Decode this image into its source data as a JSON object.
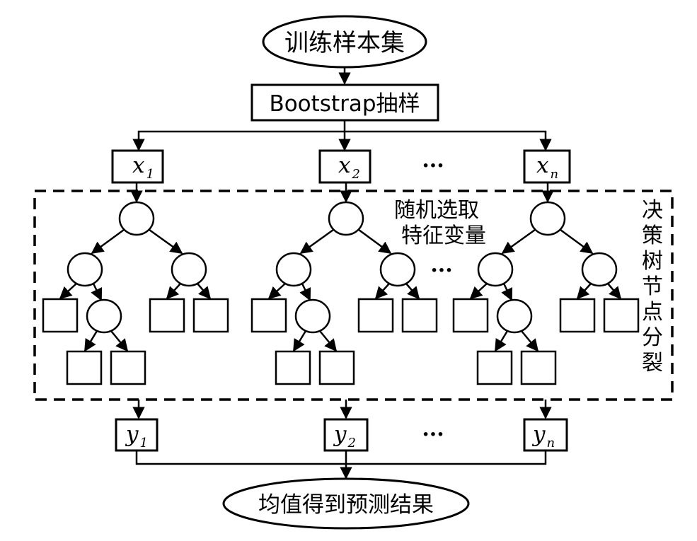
{
  "top": {
    "label": "训练样本集"
  },
  "bootstrap": {
    "label": "Bootstrap抽样"
  },
  "inputs": [
    {
      "var": "x",
      "sub": "1"
    },
    {
      "var": "x",
      "sub": "2"
    },
    {
      "var": "x",
      "sub": "n"
    }
  ],
  "ellipsis": "···",
  "random_feature": {
    "line1": "随机选取",
    "line2": "特征变量"
  },
  "split_label": [
    "决",
    "策",
    "树",
    "节",
    "点",
    "分",
    "裂"
  ],
  "outputs": [
    {
      "var": "y",
      "sub": "1"
    },
    {
      "var": "y",
      "sub": "2"
    },
    {
      "var": "y",
      "sub": "n"
    }
  ],
  "bottom": {
    "label": "均值得到预测结果"
  }
}
